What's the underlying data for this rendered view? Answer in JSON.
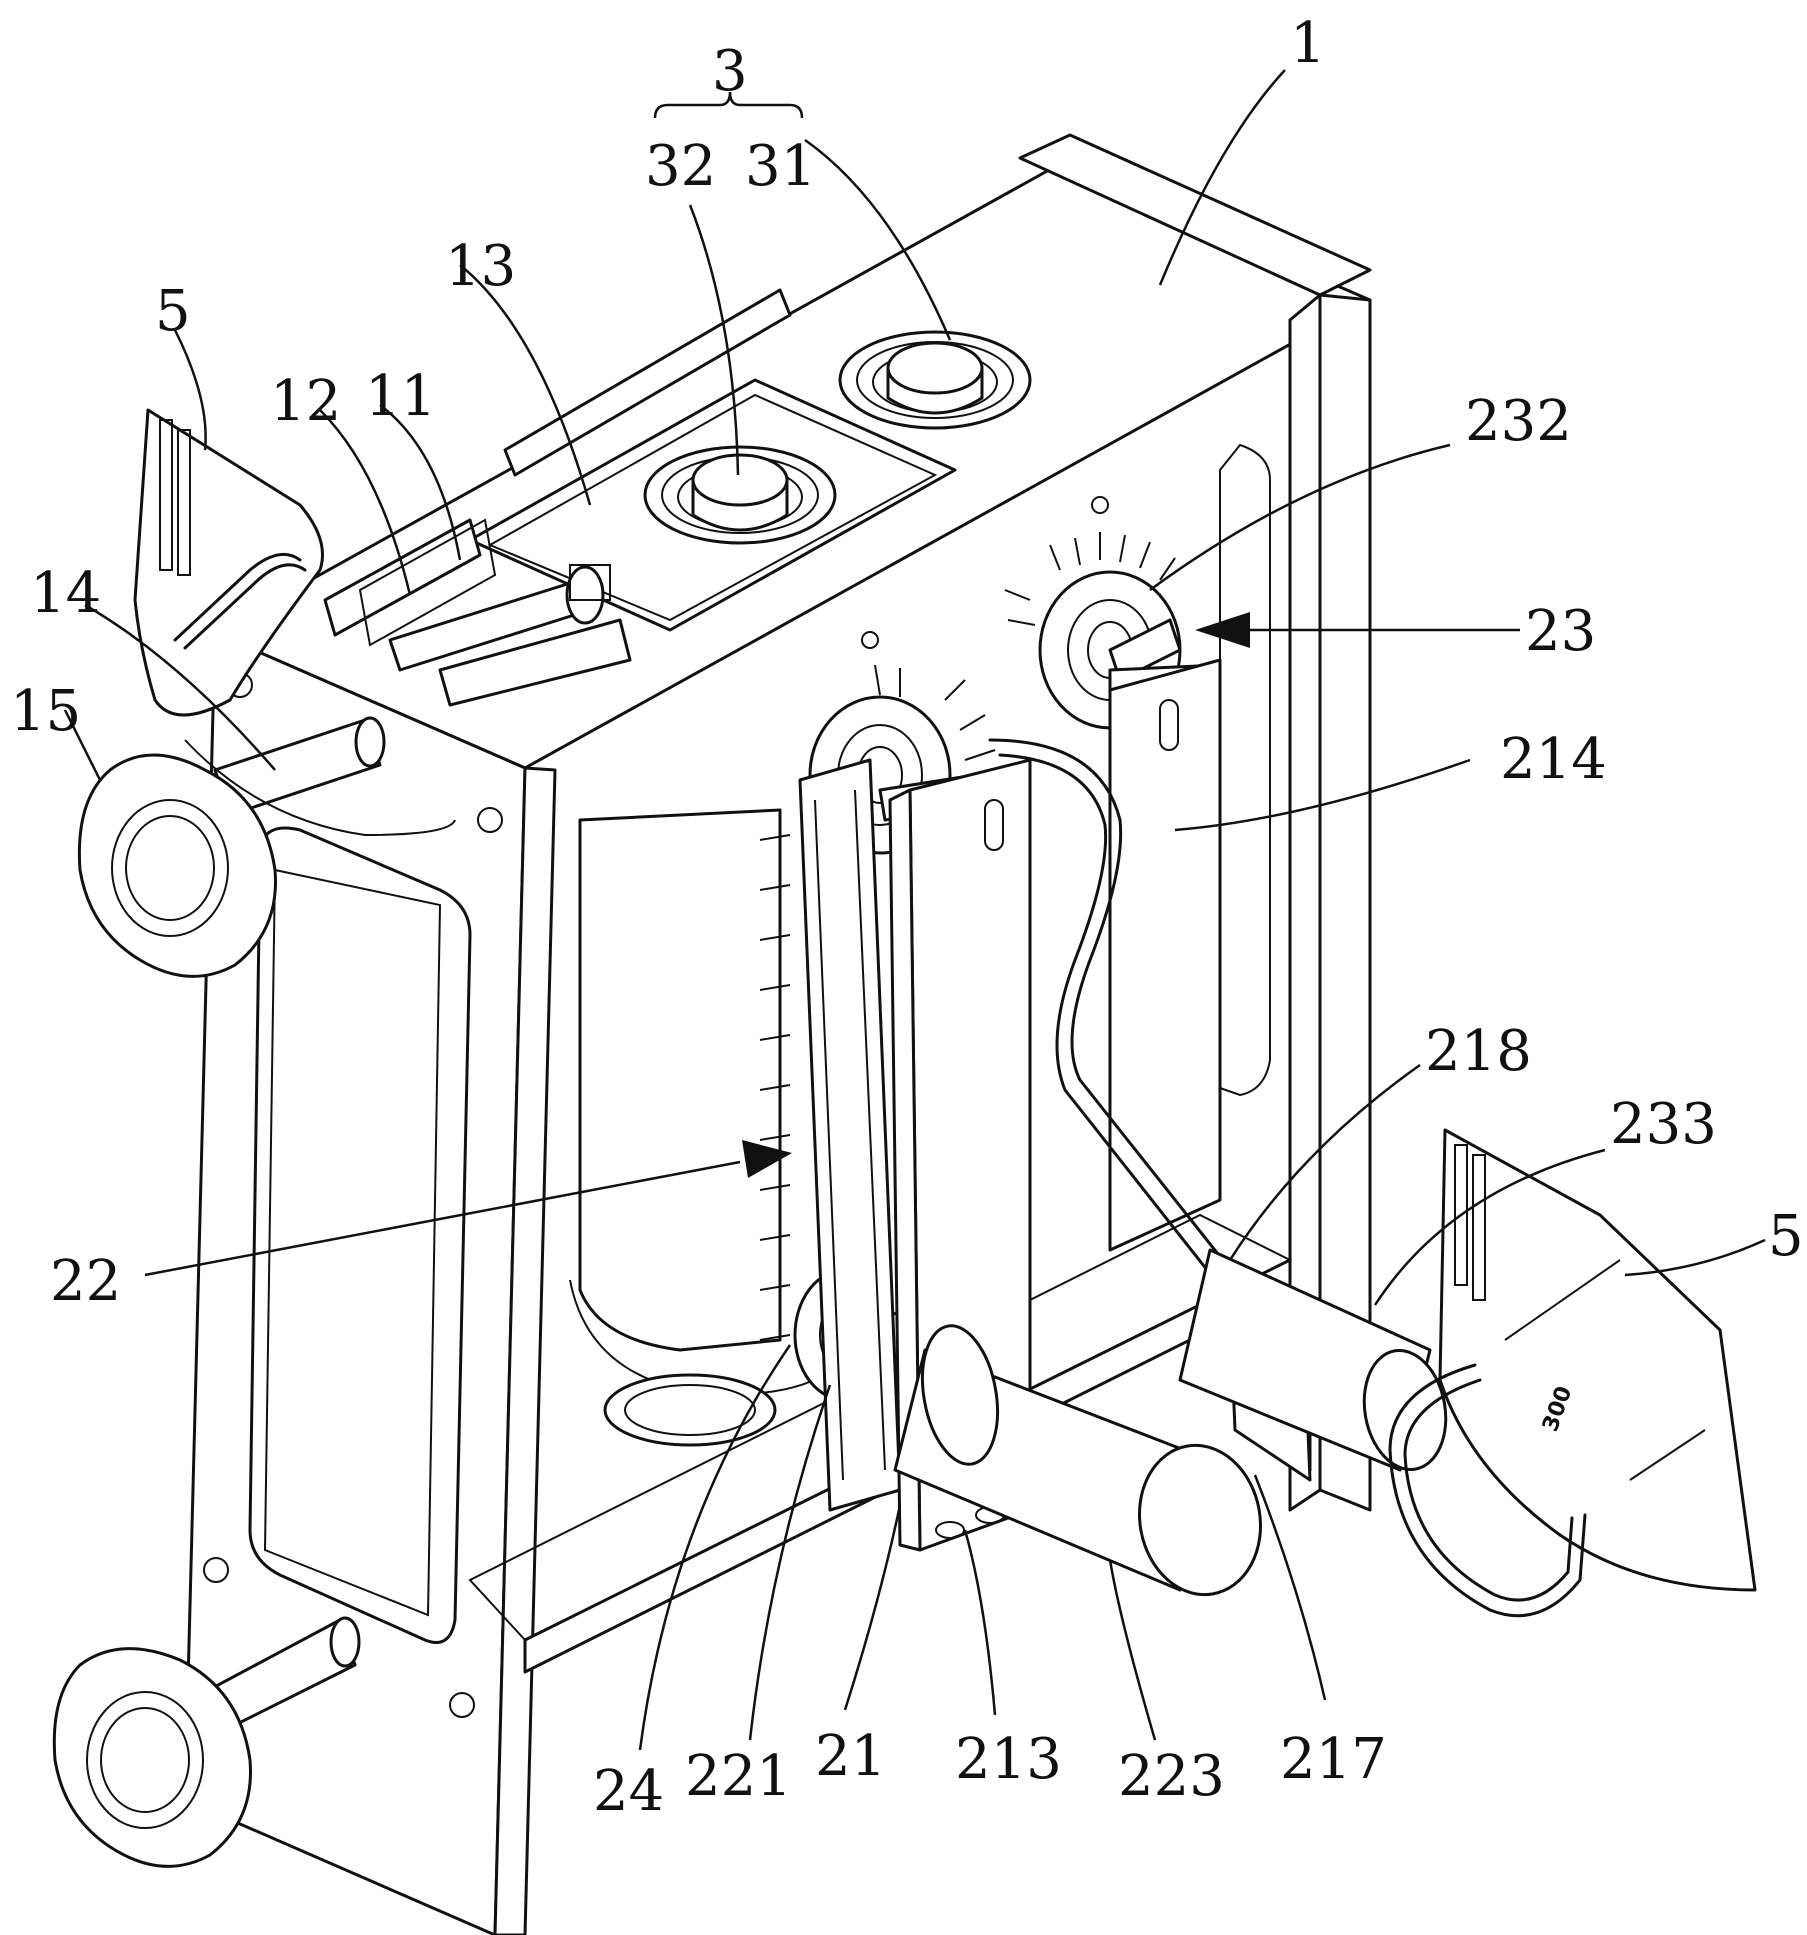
{
  "callouts": {
    "c1": "1",
    "c3": "3",
    "c32": "32",
    "c31": "31",
    "c13": "13",
    "c5_left": "5",
    "c12": "12",
    "c11": "11",
    "c14": "14",
    "c15": "15",
    "c232": "232",
    "c23": "23",
    "c214": "214",
    "c218": "218",
    "c233": "233",
    "c5_right": "5",
    "c22": "22",
    "c24": "24",
    "c221": "221",
    "c21": "21",
    "c213": "213",
    "c223": "223",
    "c217": "217"
  },
  "marks": {
    "plate_stamp": "300"
  }
}
